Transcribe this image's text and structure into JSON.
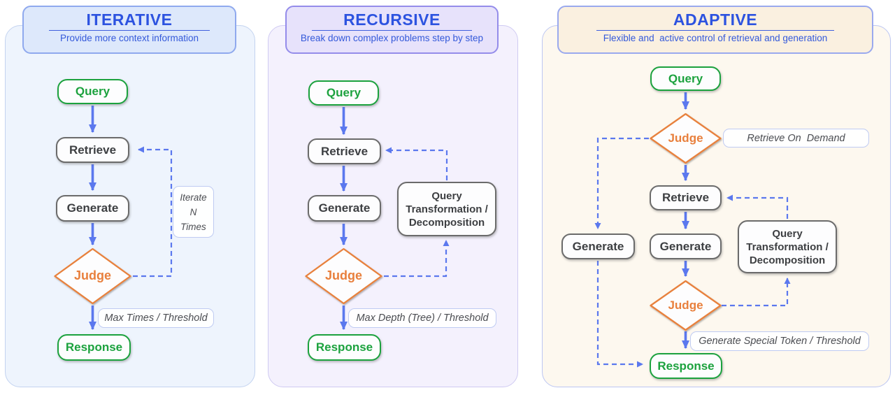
{
  "colors": {
    "accent_blue": "#2d53e0",
    "arrow_blue": "#5b78ee",
    "green": "#1ca23e",
    "orange": "#e8813c",
    "node_border_gray": "#6b6b6b",
    "panel1_bg": "#eef4fd",
    "panel1_header_bg": "#dde8fb",
    "panel2_bg": "#f4f1fd",
    "panel2_header_bg": "#e7e2fb",
    "panel3_bg": "#fdf8ef",
    "panel3_header_bg": "#faf0e0"
  },
  "panels": [
    {
      "title": "ITERATIVE",
      "subtitle": "Provide more context information",
      "nodes": {
        "query": "Query",
        "retrieve": "Retrieve",
        "generate": "Generate",
        "judge": "Judge",
        "response": "Response"
      },
      "labels": {
        "loop": "Iterate\nN\nTimes",
        "exit": "Max Times / Threshold"
      }
    },
    {
      "title": "RECURSIVE",
      "subtitle": "Break down complex problems step by step",
      "nodes": {
        "query": "Query",
        "retrieve": "Retrieve",
        "generate": "Generate",
        "judge": "Judge",
        "response": "Response",
        "transform": "Query\nTransformation /\nDecomposition"
      },
      "labels": {
        "exit": "Max Depth (Tree) / Threshold"
      }
    },
    {
      "title": "ADAPTIVE",
      "subtitle": "Flexible and  active control of retrieval and generation",
      "nodes": {
        "query": "Query",
        "judge1": "Judge",
        "retrieve": "Retrieve",
        "generate_direct": "Generate",
        "generate": "Generate",
        "judge2": "Judge",
        "response": "Response",
        "transform": "Query\nTransformation /\nDecomposition"
      },
      "labels": {
        "on_demand": "Retrieve On  Demand",
        "exit": "Generate Special Token / Threshold"
      }
    }
  ]
}
